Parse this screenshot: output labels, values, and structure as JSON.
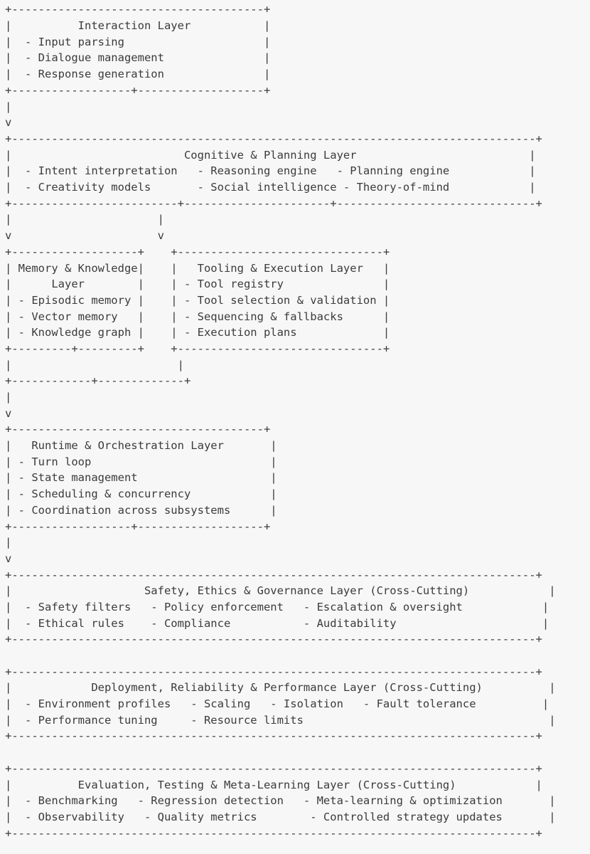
{
  "diagram": {
    "lines": [
      "+--------------------------------------+",
      "|          Interaction Layer           |",
      "|  - Input parsing                     |",
      "|  - Dialogue management               |",
      "|  - Response generation               |",
      "+------------------+-------------------+",
      "|",
      "v",
      "+-------------------------------------------------------------------------------+",
      "|                          Cognitive & Planning Layer                          |",
      "|  - Intent interpretation   - Reasoning engine   - Planning engine            |",
      "|  - Creativity models       - Social intelligence - Theory-of-mind            |",
      "+-------------------------+----------------------+------------------------------+",
      "|                      |",
      "v                      v",
      "+-------------------+    +-------------------------------+",
      "| Memory & Knowledge|    |   Tooling & Execution Layer   |",
      "|      Layer        |    | - Tool registry               |",
      "| - Episodic memory |    | - Tool selection & validation |",
      "| - Vector memory   |    | - Sequencing & fallbacks      |",
      "| - Knowledge graph |    | - Execution plans             |",
      "+---------+---------+    +-------------------------------+",
      "|                         |",
      "+------------+-------------+",
      "|",
      "v",
      "+--------------------------------------+",
      "|   Runtime & Orchestration Layer       |",
      "| - Turn loop                           |",
      "| - State management                    |",
      "| - Scheduling & concurrency            |",
      "| - Coordination across subsystems      |",
      "+------------------+-------------------+",
      "|",
      "v",
      "+-------------------------------------------------------------------------------+",
      "|                    Safety, Ethics & Governance Layer (Cross-Cutting)            |",
      "|  - Safety filters   - Policy enforcement   - Escalation & oversight            |",
      "|  - Ethical rules    - Compliance           - Auditability                      |",
      "+-------------------------------------------------------------------------------+",
      "",
      "+-------------------------------------------------------------------------------+",
      "|            Deployment, Reliability & Performance Layer (Cross-Cutting)          |",
      "|  - Environment profiles   - Scaling   - Isolation   - Fault tolerance          |",
      "|  - Performance tuning     - Resource limits                                     |",
      "+-------------------------------------------------------------------------------+",
      "",
      "+-------------------------------------------------------------------------------+",
      "|          Evaluation, Testing & Meta-Learning Layer (Cross-Cutting)            |",
      "|  - Benchmarking   - Regression detection   - Meta-learning & optimization       |",
      "|  - Observability   - Quality metrics        - Controlled strategy updates       |",
      "+-------------------------------------------------------------------------------+"
    ]
  }
}
